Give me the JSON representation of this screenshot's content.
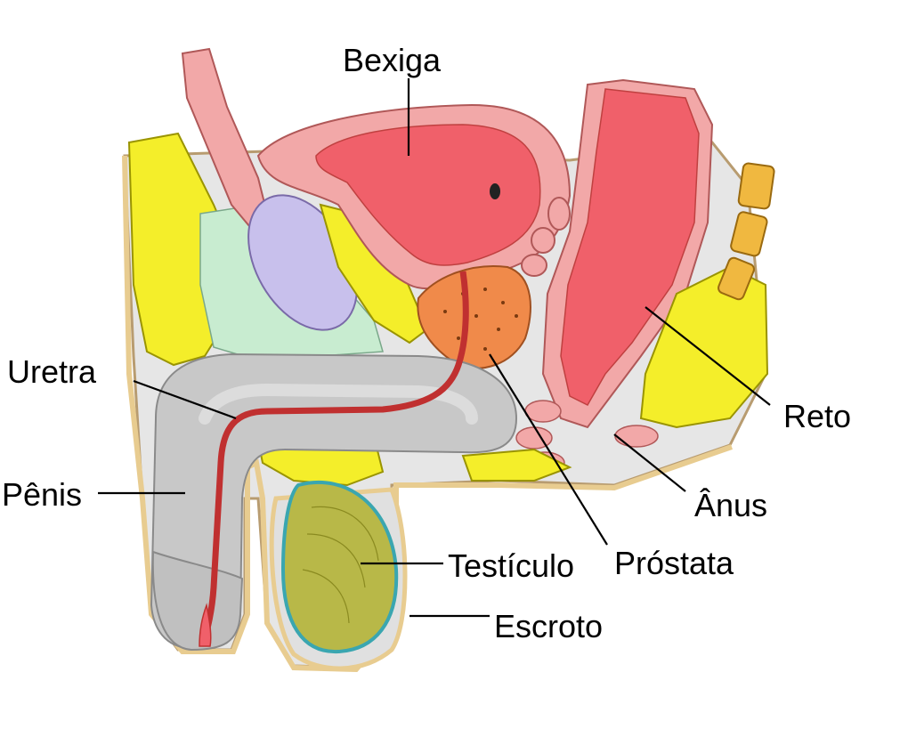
{
  "labels": {
    "bexiga": "Bexiga",
    "uretra": "Uretra",
    "penis": "Pênis",
    "reto": "Reto",
    "anus": "Ânus",
    "testiculo": "Testículo",
    "prostata": "Próstata",
    "escroto": "Escroto"
  },
  "colors": {
    "bladder": "#f0606a",
    "bladder_wall": "#f2a8a8",
    "fat": "#f4ee2a",
    "penis_tissue": "#c8c8c8",
    "prostate": "#f08a4a",
    "testicle": "#b8b848",
    "tunica": "#3aa6b0",
    "pubic_bone": "#c8c0ec",
    "muscle": "#c8ecd0",
    "skin": "#f0d8a0",
    "vertebra": "#f0b840"
  }
}
